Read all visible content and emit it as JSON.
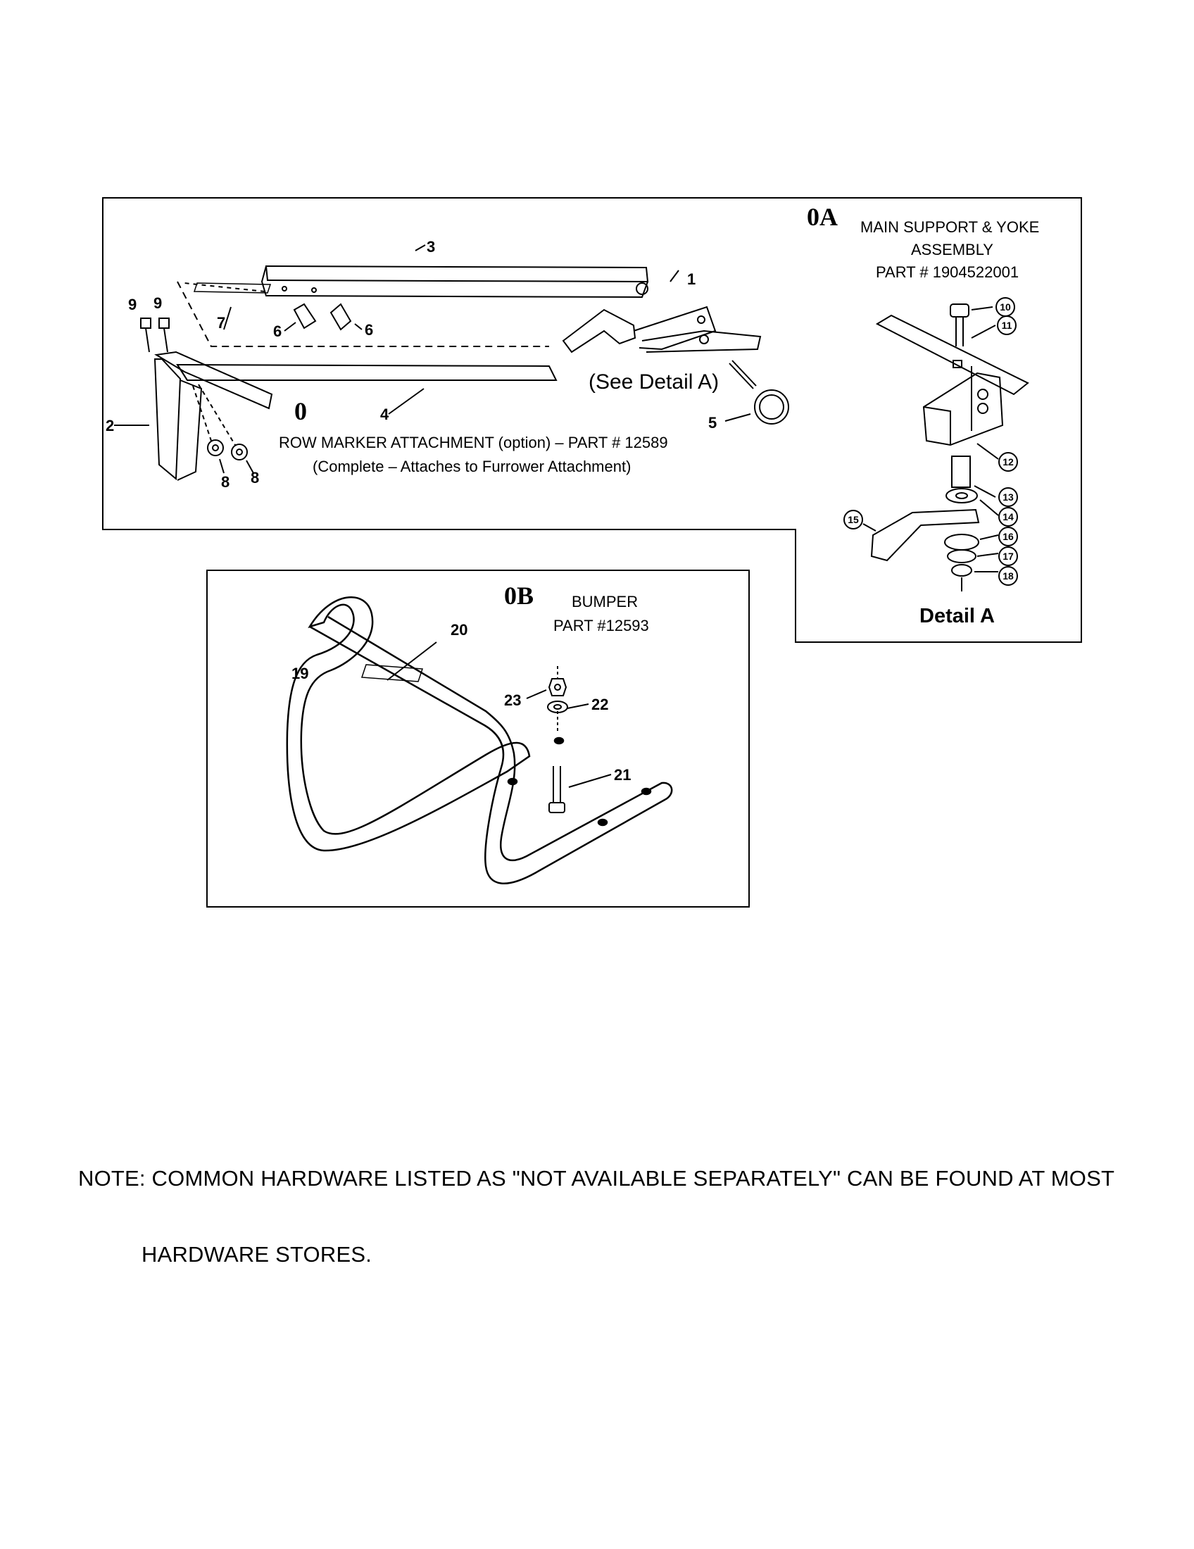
{
  "section_0": {
    "number": "0",
    "title_line1": "ROW MARKER ATTACHMENT (option) – PART # 12589",
    "title_line2": "(Complete – Attaches to Furrower Attachment)",
    "see_detail": "(See Detail A)",
    "callouts": [
      "1",
      "2",
      "3",
      "4",
      "5",
      "6",
      "6",
      "7",
      "8",
      "8",
      "9",
      "9"
    ]
  },
  "section_0A": {
    "number": "0A",
    "title_line1": "MAIN SUPPORT & YOKE",
    "title_line2": "ASSEMBLY",
    "title_line3": "PART # 1904522001",
    "detail_label": "Detail A",
    "callouts": [
      "10",
      "11",
      "12",
      "13",
      "14",
      "15",
      "16",
      "17",
      "18"
    ]
  },
  "section_0B": {
    "number": "0B",
    "title_line1": "BUMPER",
    "title_line2": "PART #12593",
    "callouts": [
      "19",
      "20",
      "21",
      "22",
      "23"
    ]
  },
  "note": {
    "line1": "NOTE: COMMON HARDWARE LISTED AS \"NOT AVAILABLE SEPARATELY\" CAN BE FOUND AT MOST",
    "line2": "HARDWARE STORES."
  }
}
